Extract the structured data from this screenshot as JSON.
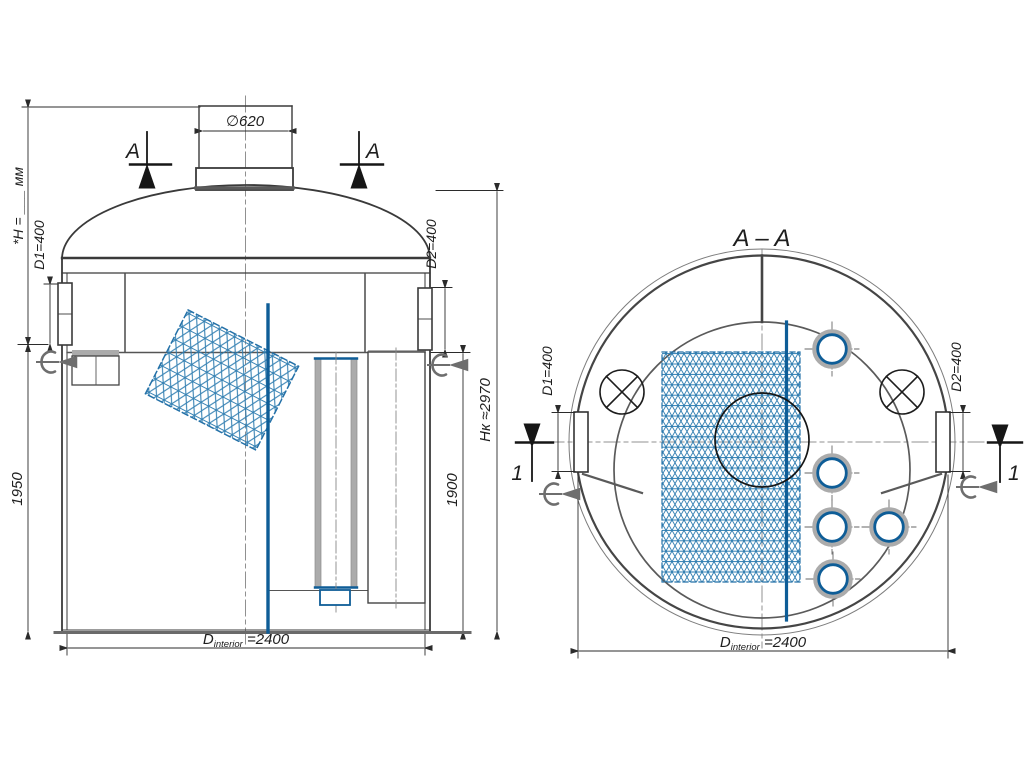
{
  "drawing": {
    "labels": {
      "section": "A",
      "section_title": "A – A",
      "detail": "1",
      "neck_diameter": "∅620",
      "height_note": "*H = ___ мм",
      "d1": "D1=400",
      "d2": "D2=400",
      "h_left": "1950",
      "h_right": "1900",
      "h_total": "Hк ≈2970",
      "d_interior": {
        "prefix": "D",
        "sub": "interior",
        "value": " =2400"
      }
    },
    "colors": {
      "line_dark": "#2b2b2b",
      "line_medium": "#555555",
      "line_thin": "#8a8a8a",
      "accent_blue": "#0e5d97",
      "mesh_blue": "#2d7cb0",
      "hatch_gray": "#ababab"
    }
  }
}
